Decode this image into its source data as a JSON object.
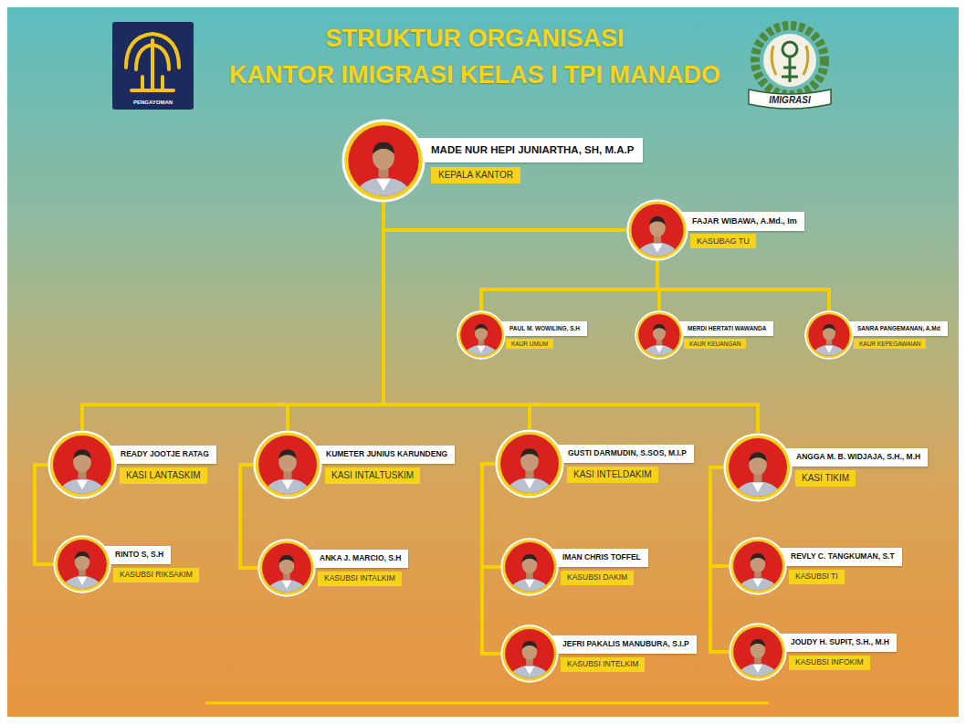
{
  "diagram": {
    "title": "STRUKTUR ORGANISASI KANTOR IMIGRASI KELAS I TPI MANADO",
    "nodes": [
      {
        "text": [
          "MADE NUR HEPI JUNIARTHA, SH, M.A.P",
          "KEPALA KANTOR"
        ]
      },
      {
        "text": [
          "FAJAR WIBAWA, A.Md., Im",
          "KASUBAG TU"
        ]
      },
      {
        "text": [
          "PAUL M. WOWILING, S.H",
          "KAUR UMUM"
        ]
      },
      {
        "text": [
          "MERDI HERTATI WAWANDA",
          "KAUR KEUANGAN"
        ]
      },
      {
        "text": [
          "SANRA PANGEMANAN, A.Md",
          "KAUR KEPEGAWAIAN"
        ]
      },
      {
        "text": [
          "READY JOOTJE RATAG",
          "KASI LANTASKIM"
        ]
      },
      {
        "text": [
          "KUMETER JUNIUS KARUNDENG",
          "KASI INTALTUSKIM"
        ]
      },
      {
        "text": [
          "GUSTI DARMUDIN, S.SOS, M.I.P",
          "KASI INTELDAKIM"
        ]
      },
      {
        "text": [
          "ANGGA M. B. WIDJAJA, S.H., M.H",
          "KASI TIKIM"
        ]
      },
      {
        "text": [
          "RINTO S, S.H",
          "KASUBSI RIKSAKIM"
        ]
      },
      {
        "text": [
          "ANKA J. MARCIO, S.H",
          "KASUBSI INTALKIM"
        ]
      },
      {
        "text": [
          "IMAN CHRIS TOFFEL",
          "KASUBSI DAKIM"
        ]
      },
      {
        "text": [
          "REVLY C. TANGKUMAN, S.T",
          "KASUBSI TI"
        ]
      },
      {
        "text": [
          "JEFRI PAKALIS MANUBURA, S.I.P",
          "KASUBSI INTELKIM"
        ]
      },
      {
        "text": [
          "JOUDY H. SUPIT, S.H., M.H",
          "KASUBSI INFOKIM"
        ]
      }
    ],
    "edges": [
      {
        "from": 0,
        "to": 1,
        "arrow": "none"
      },
      {
        "from": 1,
        "to": 2,
        "arrow": "none"
      },
      {
        "from": 1,
        "to": 3,
        "arrow": "none"
      },
      {
        "from": 1,
        "to": 4,
        "arrow": "none"
      },
      {
        "from": 0,
        "to": 5,
        "arrow": "none"
      },
      {
        "from": 0,
        "to": 6,
        "arrow": "none"
      },
      {
        "from": 0,
        "to": 7,
        "arrow": "none"
      },
      {
        "from": 0,
        "to": 8,
        "arrow": "none"
      },
      {
        "from": 5,
        "to": 9,
        "arrow": "none"
      },
      {
        "from": 6,
        "to": 10,
        "arrow": "none"
      },
      {
        "from": 7,
        "to": 11,
        "arrow": "none"
      },
      {
        "from": 7,
        "to": 13,
        "arrow": "none"
      },
      {
        "from": 8,
        "to": 12,
        "arrow": "none"
      },
      {
        "from": 8,
        "to": 14,
        "arrow": "none"
      }
    ],
    "labels": [
      "PENGAYOMAN",
      "IMIGRASI"
    ]
  }
}
